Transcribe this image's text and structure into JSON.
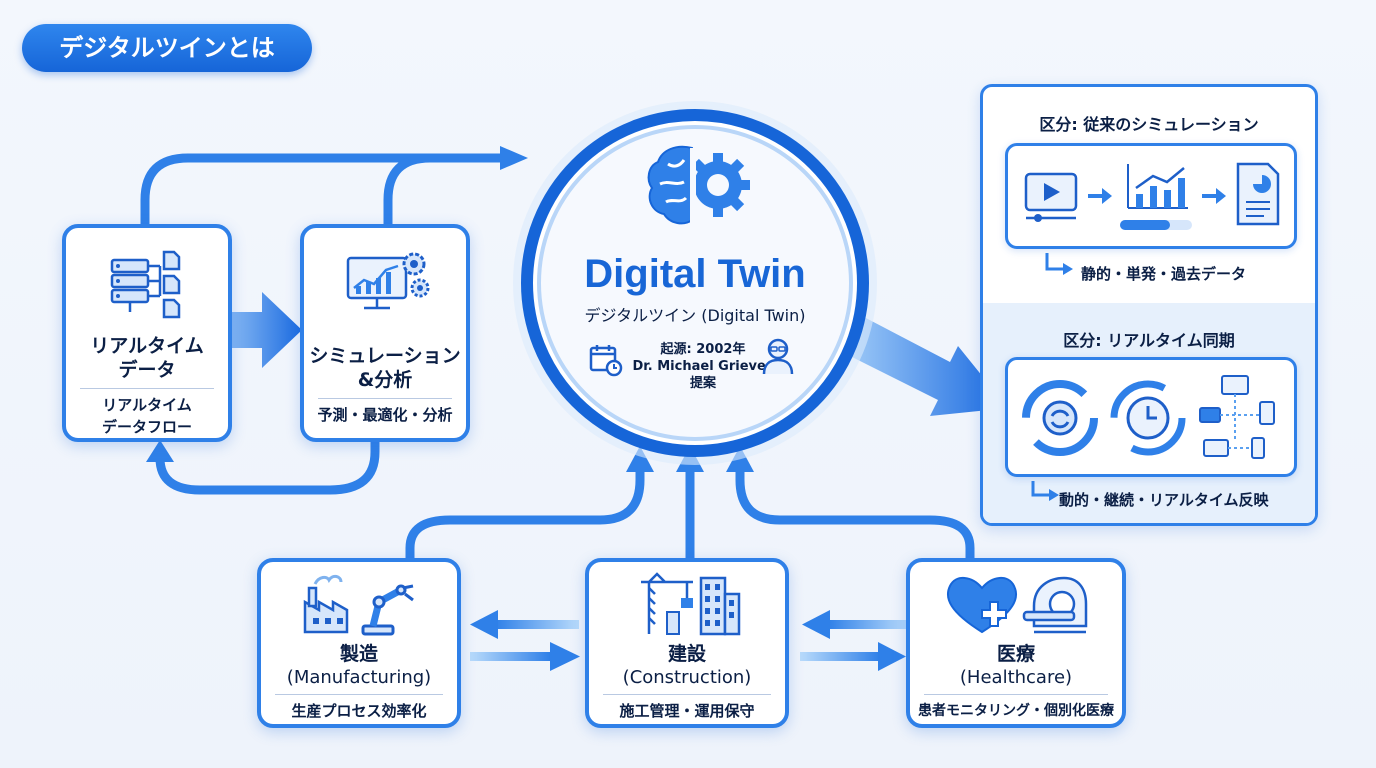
{
  "header": {
    "title": "デジタルツインとは"
  },
  "center": {
    "title": "Digital Twin",
    "subtitle": "デジタルツイン (Digital Twin)",
    "origin_line1": "起源: 2002年",
    "origin_line2": "Dr. Michael Grieves",
    "origin_line3": "提案"
  },
  "left_cards": {
    "realtime": {
      "title_line1": "リアルタイム",
      "title_line2": "データ",
      "desc_line1": "リアルタイム",
      "desc_line2": "データフロー"
    },
    "simulation": {
      "title_line1": "シミュレーション",
      "title_line2": "&分析",
      "desc": "予測・最適化・分析"
    }
  },
  "bottom_cards": [
    {
      "title": "製造",
      "subtitle": "(Manufacturing)",
      "desc": "生産プロセス効率化"
    },
    {
      "title": "建設",
      "subtitle": "(Construction)",
      "desc": "施工管理・運用保守"
    },
    {
      "title": "医療",
      "subtitle": "(Healthcare)",
      "desc": "患者モニタリング・個別化医療"
    }
  ],
  "right_panel": {
    "traditional": {
      "heading": "区分: 従来のシミュレーション",
      "note": "静的・単発・過去データ"
    },
    "realtime": {
      "heading": "区分: リアルタイム同期",
      "note": "動的・継続・リアルタイム反映"
    }
  },
  "colors": {
    "accent": "#2f80e8",
    "dark_blue": "#1665d8",
    "text": "#0b1f45",
    "background": "#eef3fb"
  }
}
